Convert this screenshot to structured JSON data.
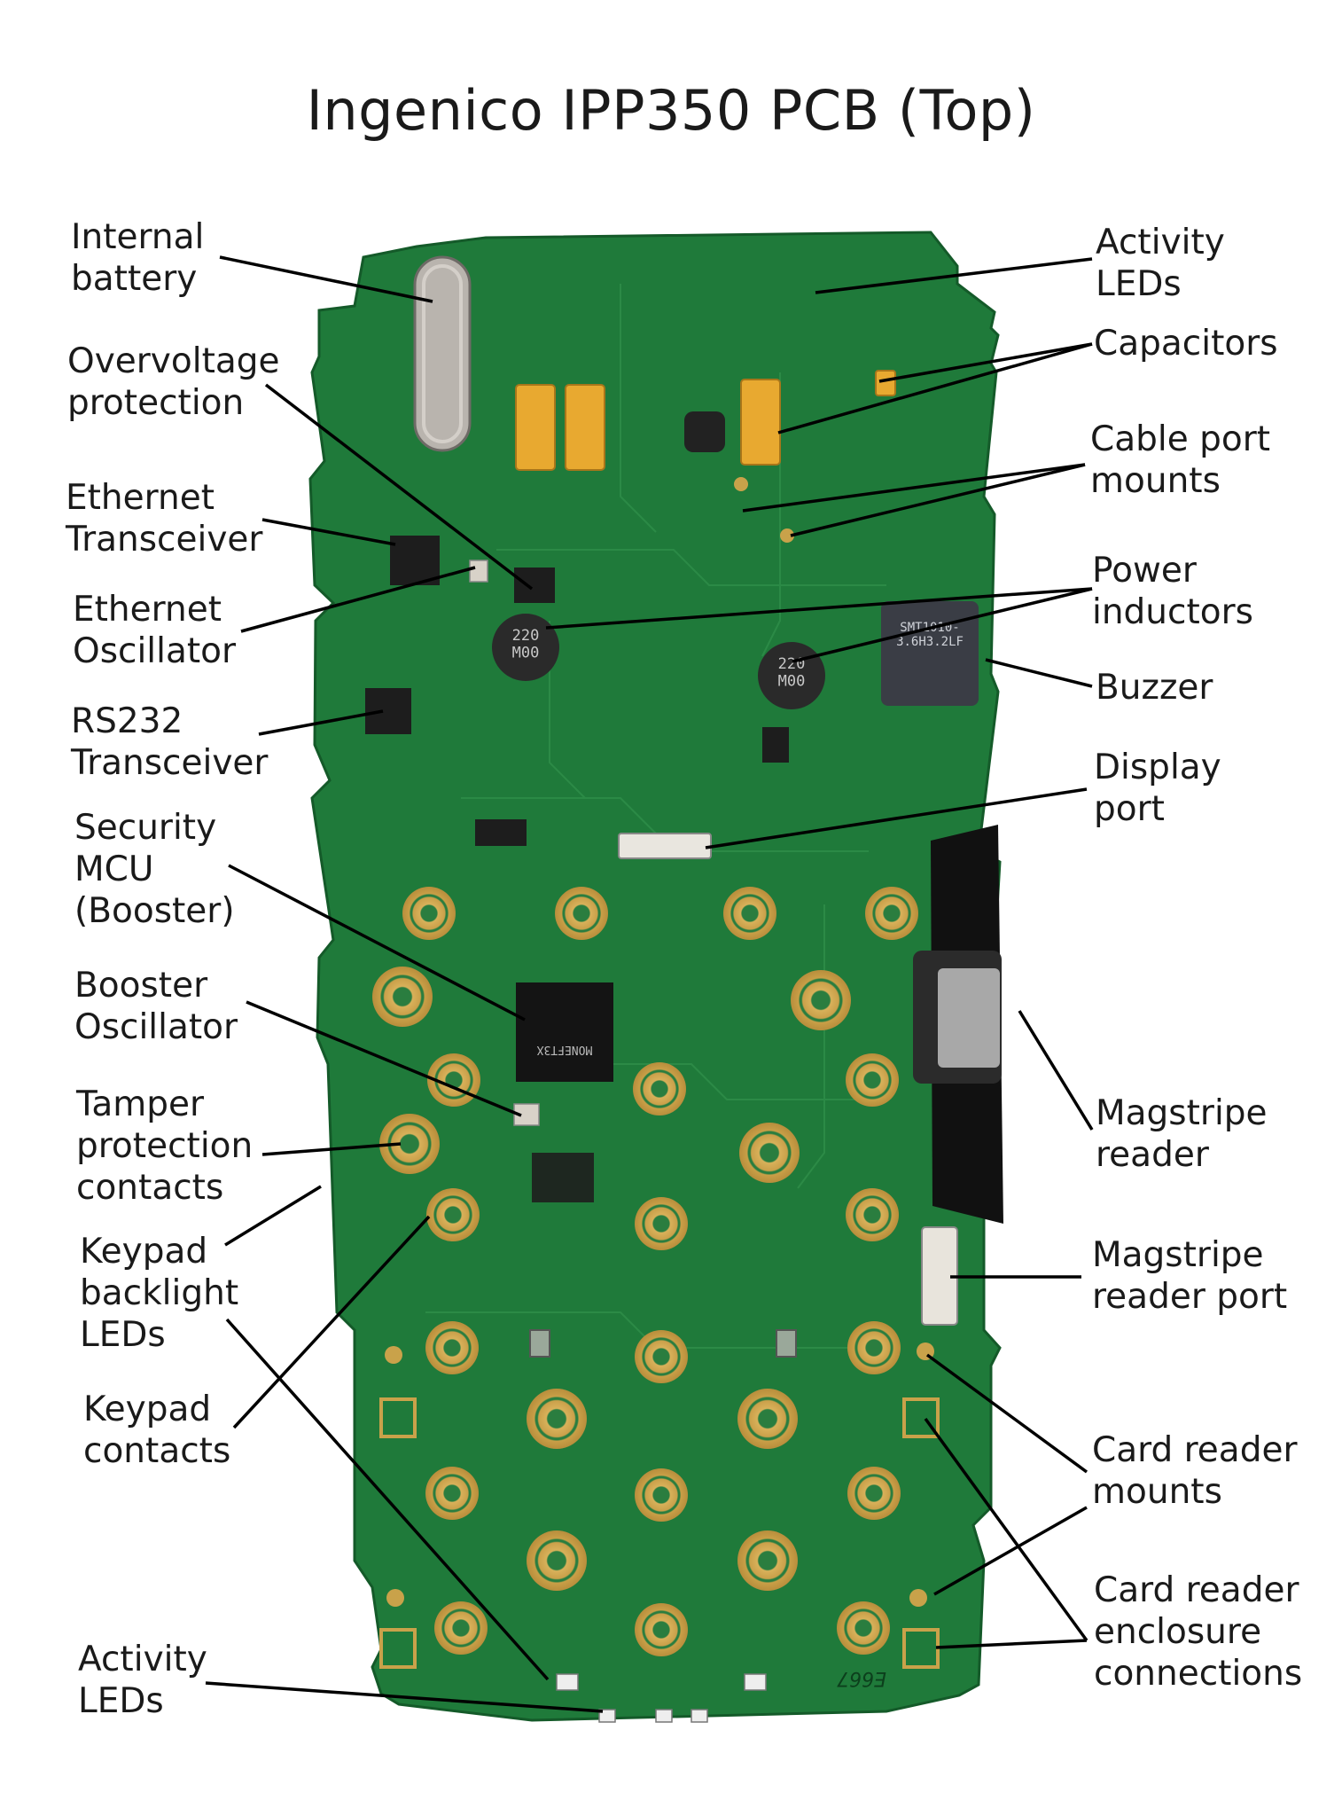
{
  "title": "Ingenico IPP350 PCB (Top)",
  "labels": {
    "internal_battery": "Internal\nbattery",
    "overvoltage_protection": "Overvoltage\nprotection",
    "ethernet_transceiver": "Ethernet\nTransceiver",
    "ethernet_oscillator": "Ethernet\nOscillator",
    "rs232_transceiver": "RS232\nTransceiver",
    "security_mcu": "Security\nMCU\n(Booster)",
    "booster_oscillator": "Booster\nOscillator",
    "tamper_protection_contacts": "Tamper\nprotection\ncontacts",
    "keypad_backlight_leds": "Keypad\nbacklight\nLEDs",
    "keypad_contacts": "Keypad\ncontacts",
    "activity_leds_bottom": "Activity\nLEDs",
    "activity_leds_top": "Activity\nLEDs",
    "capacitors": "Capacitors",
    "cable_port_mounts": "Cable port\nmounts",
    "power_inductors": "Power\ninductors",
    "buzzer": "Buzzer",
    "display_port": "Display\nport",
    "magstripe_reader": "Magstripe\nreader",
    "magstripe_reader_port": "Magstripe\nreader port",
    "card_reader_mounts": "Card reader\nmounts",
    "card_reader_enclosure_connections": "Card reader\nenclosure\nconnections"
  },
  "pcb_markings": {
    "inductor_left": "220\nM00",
    "inductor_right": "220\nM00",
    "mcu": "MONEFT3X",
    "buzzer": "SMT1010-\n3.6H3.2LF",
    "board_code": "E667"
  },
  "colors": {
    "pcb": "#1f7a3a",
    "pcb_dark": "#16602c",
    "gold": "#c9a24a",
    "capacitor": "#e8a930"
  }
}
